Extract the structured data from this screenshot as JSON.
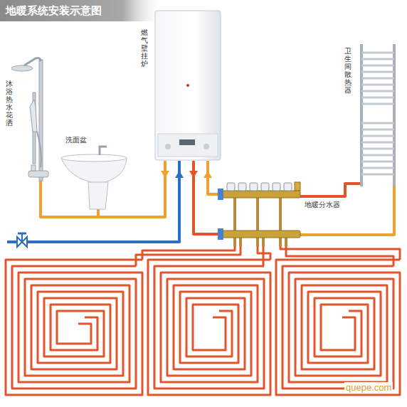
{
  "diagram": {
    "title": "地暖系统安装示意图",
    "labels": [
      "沐浴热水花洒",
      "洗面盆",
      "燃气壁挂炉",
      "卫生间散热器",
      "地暖分水器",
      "quepe.com"
    ]
  }
}
